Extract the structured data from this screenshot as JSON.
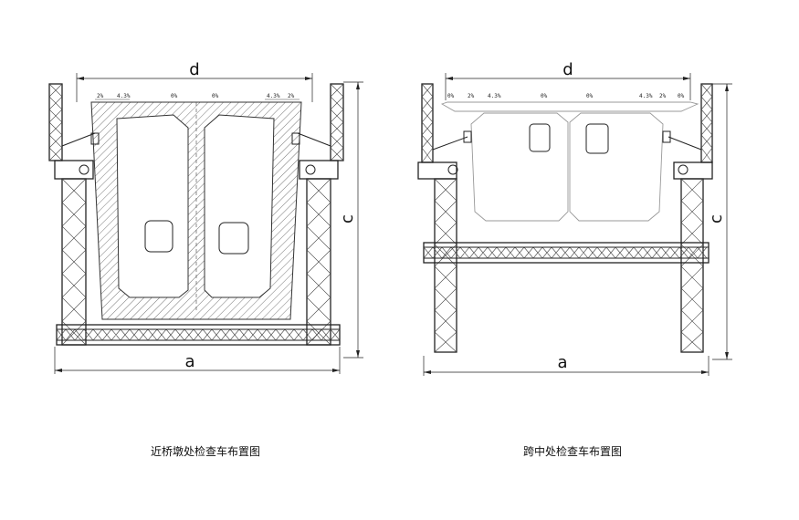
{
  "left_view": {
    "caption": "近桥墩处检查车布置图",
    "dim_top": "d",
    "dim_bottom": "a",
    "dim_side": "c",
    "slopes": [
      "2%",
      "4.3%",
      "0%",
      "0%",
      "4.3%",
      "2%"
    ]
  },
  "right_view": {
    "caption": "跨中处检查车布置图",
    "dim_top": "d",
    "dim_bottom": "a",
    "dim_side": "c",
    "slopes": [
      "0%",
      "2%",
      "4.3%",
      "0%",
      "0%",
      "4.3%",
      "2%",
      "0%"
    ]
  }
}
